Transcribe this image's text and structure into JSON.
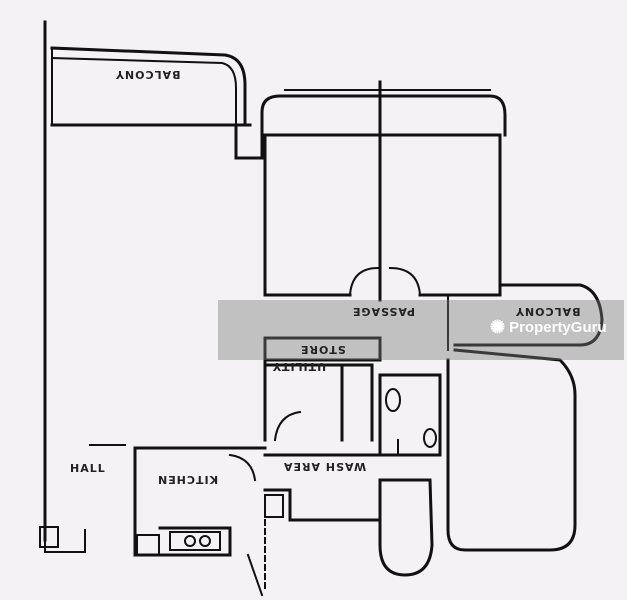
{
  "rooms": {
    "balcony_top": "BALCONY",
    "passage": "PASSAGE",
    "balcony_right": "BALCONY",
    "store": "STORE",
    "utility": "UTILITY",
    "hall": "HALL",
    "kitchen": "KITCHEN",
    "wash_area": "WASH AREA"
  },
  "watermark": {
    "brand": "PropertyGuru"
  }
}
